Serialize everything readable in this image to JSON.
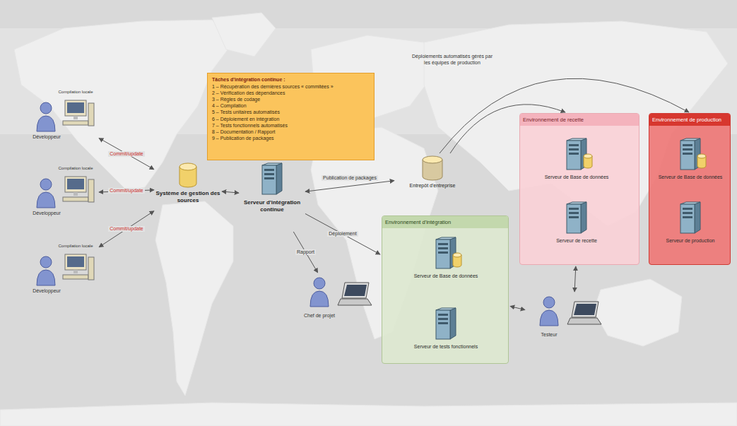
{
  "diagram": {
    "nodes": [
      {
        "text": [
          "Compilation locale",
          "Développeur"
        ]
      },
      {
        "text": [
          "Compilation locale",
          "Développeur"
        ]
      },
      {
        "text": [
          "Compilation locale",
          "Développeur"
        ]
      },
      {
        "text": [
          "Tâches d'intégration continue :",
          "1 – Récupération des dernières sources « commitées »",
          "2 – Vérification des dépendances",
          "3 – Règles de codage",
          "4 – Compilation",
          "5 – Tests unitaires automatisés",
          "6 – Déploiement en intégration",
          "7 – Tests fonctionnels automatisés",
          "8 – Documentation / Rapport",
          "9 – Publication de packages"
        ]
      },
      {
        "text": [
          "Système de gestion des sources"
        ]
      },
      {
        "text": [
          "Serveur d'intégration continue"
        ]
      },
      {
        "text": [
          "Entrepôt d'entreprise"
        ]
      },
      {
        "text": [
          "Environnement de recette"
        ]
      },
      {
        "text": [
          "Serveur de Base de données"
        ],
        "in": 7
      },
      {
        "text": [
          "Serveur de recette"
        ],
        "in": 7
      },
      {
        "text": [
          "Environnement de production"
        ]
      },
      {
        "text": [
          "Serveur de Base de données"
        ],
        "in": 10
      },
      {
        "text": [
          "Serveur de production"
        ],
        "in": 10
      },
      {
        "text": [
          "Chef de projet"
        ]
      },
      {
        "text": [
          "Environnement d'intégration"
        ]
      },
      {
        "text": [
          "Serveur de Base de données"
        ],
        "in": 14
      },
      {
        "text": [
          "Serveur de tests fonctionnels"
        ],
        "in": 14
      },
      {
        "text": [
          "Testeur"
        ]
      }
    ],
    "edges": [
      {
        "from": 0,
        "to": 4,
        "label": "Commit/update",
        "arrow": "both"
      },
      {
        "from": 1,
        "to": 4,
        "label": "Commit/update",
        "arrow": "both"
      },
      {
        "from": 2,
        "to": 4,
        "label": "Commit/update",
        "arrow": "both"
      },
      {
        "from": 4,
        "to": 5,
        "arrow": "both"
      },
      {
        "from": 5,
        "to": 6,
        "label": "Publication de packages",
        "arrow": "both"
      },
      {
        "from": 5,
        "to": 14,
        "label": "Déploiement",
        "arrow": "to"
      },
      {
        "from": 5,
        "to": 13,
        "label": "Rapport",
        "arrow": "to"
      },
      {
        "from": 6,
        "to": 7,
        "arrow": "to"
      },
      {
        "from": 6,
        "to": 10,
        "arrow": "to"
      },
      {
        "from": 14,
        "to": 17,
        "arrow": "both"
      },
      {
        "from": 17,
        "to": 7,
        "arrow": "both"
      }
    ],
    "labels": [
      "Déploiements automatisés gérés par les équipes de production"
    ]
  }
}
